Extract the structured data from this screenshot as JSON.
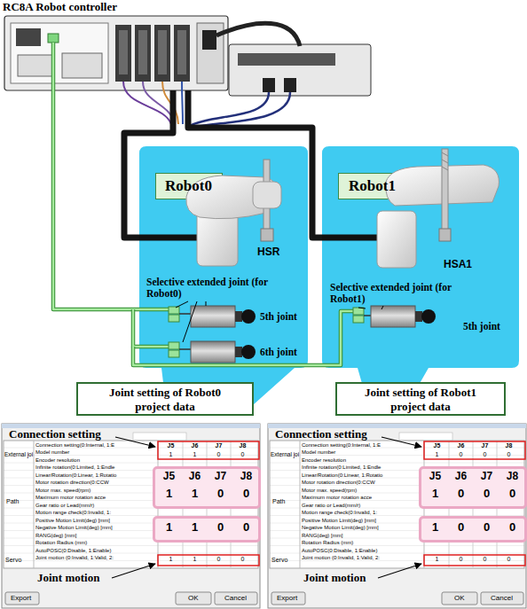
{
  "diagram": {
    "nodes": [
      {
        "text": [
          "RC8A Robot controller"
        ]
      },
      {
        "text": [
          "HSR",
          "Selective extended joint (for Robot0)",
          "5th joint",
          "6th joint"
        ]
      },
      {
        "text": [
          "Robot0"
        ],
        "in": 1
      },
      {
        "text": [
          "HSA1",
          "Selective extended joint (for Robot1)",
          "5th joint"
        ]
      },
      {
        "text": [
          "Robot1"
        ],
        "in": 3
      },
      {
        "text": [
          "Joint setting of Robot0 project data"
        ]
      },
      {
        "text": [
          "Joint setting of Robot1 project data"
        ]
      },
      {
        "text": [
          "Connection setting",
          "Joint motion"
        ]
      },
      {
        "text": [
          "J5",
          "J6",
          "J7",
          "J8",
          "1",
          "1",
          "0",
          "0"
        ],
        "in": 7
      },
      {
        "text": [
          "1",
          "1",
          "0",
          "0"
        ],
        "in": 7
      },
      {
        "text": [
          "Connection setting",
          "Joint motion"
        ]
      },
      {
        "text": [
          "J5",
          "J6",
          "J7",
          "J8",
          "1",
          "0",
          "0",
          "0"
        ],
        "in": 10
      },
      {
        "text": [
          "1",
          "0",
          "0",
          "0"
        ],
        "in": 10
      }
    ],
    "edges": [
      {
        "from": 0,
        "to": 1,
        "arrow": "none"
      },
      {
        "from": 0,
        "to": 3,
        "arrow": "none"
      }
    ],
    "labels": [
      "External joi",
      "Path",
      "Servo",
      "J5",
      "J6",
      "J7",
      "J8",
      "1",
      "1",
      "0",
      "0",
      "Connection setting(0:Internal, 1:E",
      "Model number",
      "Encoder resolution",
      "Infinite rotation(0:Limited, 1:Endle",
      "Linear/Rotation(0:Linear, 1:Rotatio",
      "Motor rotation direction(0:CCW",
      "Motor max. speed(rpm)",
      "Maximum motor rotation acce",
      "Gear ratio or Lead(mm/r)",
      "Motion range check(0:Invalid, 1:",
      "Positive Motion Limit(deg) [mm]",
      "Negative Motion Limit(deg) [mm]",
      "RANG(deg) [mm]",
      "Rotation Radius (mm)",
      "AutoPOSC(0:Disable, 1:Enable)",
      "Joint motion (0:Invalid, 1:Valid, 2:",
      "1",
      "1",
      "0",
      "0",
      "Export",
      "OK",
      "Cancel",
      "External joi",
      "Path",
      "Servo",
      "J5",
      "J6",
      "J7",
      "J8",
      "1",
      "0",
      "0",
      "0",
      "Connection setting(0:Internal, 1:E",
      "Model number",
      "Encoder resolution",
      "Infinite rotation(0:Limited, 1:Endle",
      "Linear/Rotation(0:Linear, 1:Rotatio",
      "Motor rotation direction(0:CCW",
      "Motor max. speed(rpm)",
      "Maximum motor rotation acce",
      "Gear ratio or Lead(mm/r)",
      "Motion range check(0:Invalid, 1:",
      "Positive Motion Limit(deg) [mm]",
      "Negative Motion Limit(deg) [mm]",
      "RANG(deg) [mm]",
      "Rotation Radius (mm)",
      "AutoPOSC(0:Disable, 1:Enable)",
      "Joint motion (0:Invalid, 1:Valid, 2:",
      "1",
      "0",
      "0",
      "0",
      "Export",
      "OK",
      "Cancel"
    ]
  }
}
